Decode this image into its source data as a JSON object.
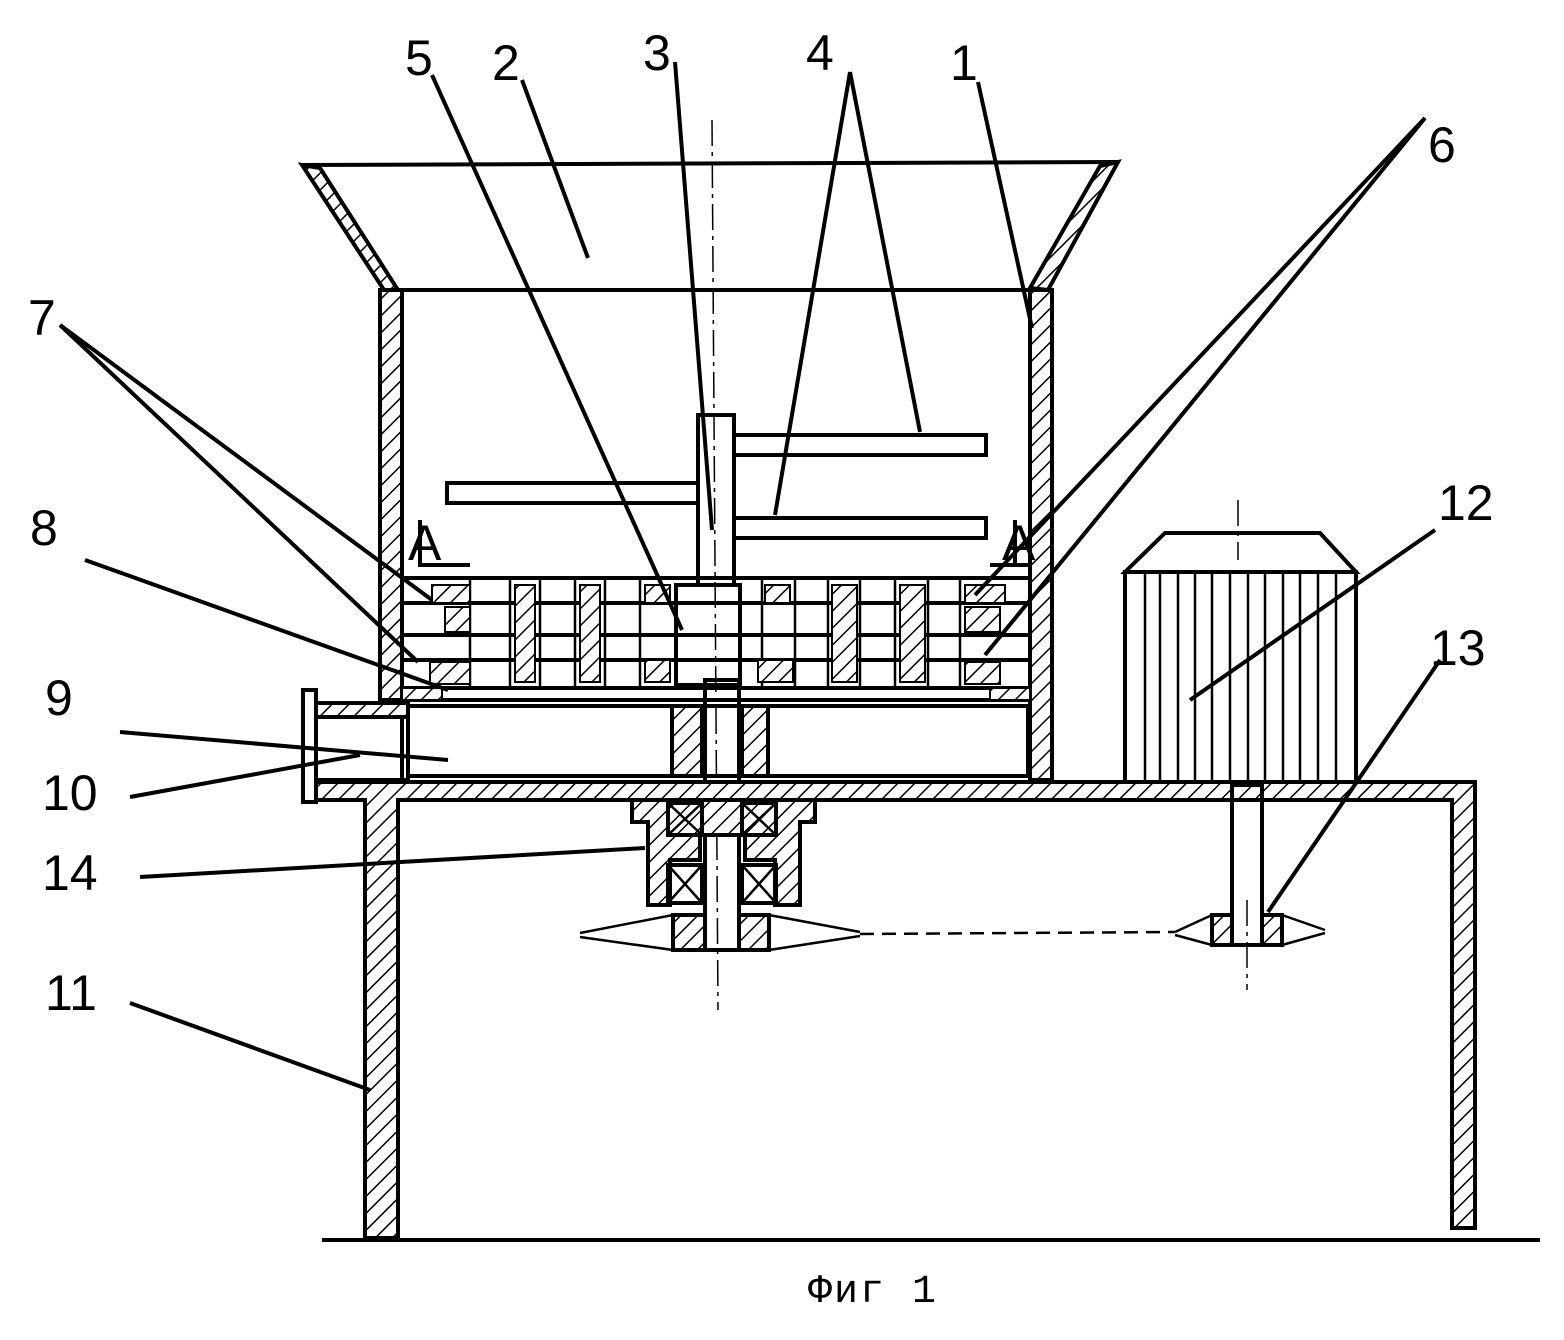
{
  "figure": {
    "caption": "Фиг 1",
    "section_marker": "A",
    "labels": {
      "l1": "1",
      "l2": "2",
      "l3": "3",
      "l4": "4",
      "l5": "5",
      "l6": "6",
      "l7": "7",
      "l8": "8",
      "l9": "9",
      "l10": "10",
      "l11": "11",
      "l12": "12",
      "l13": "13",
      "l14": "14"
    }
  }
}
